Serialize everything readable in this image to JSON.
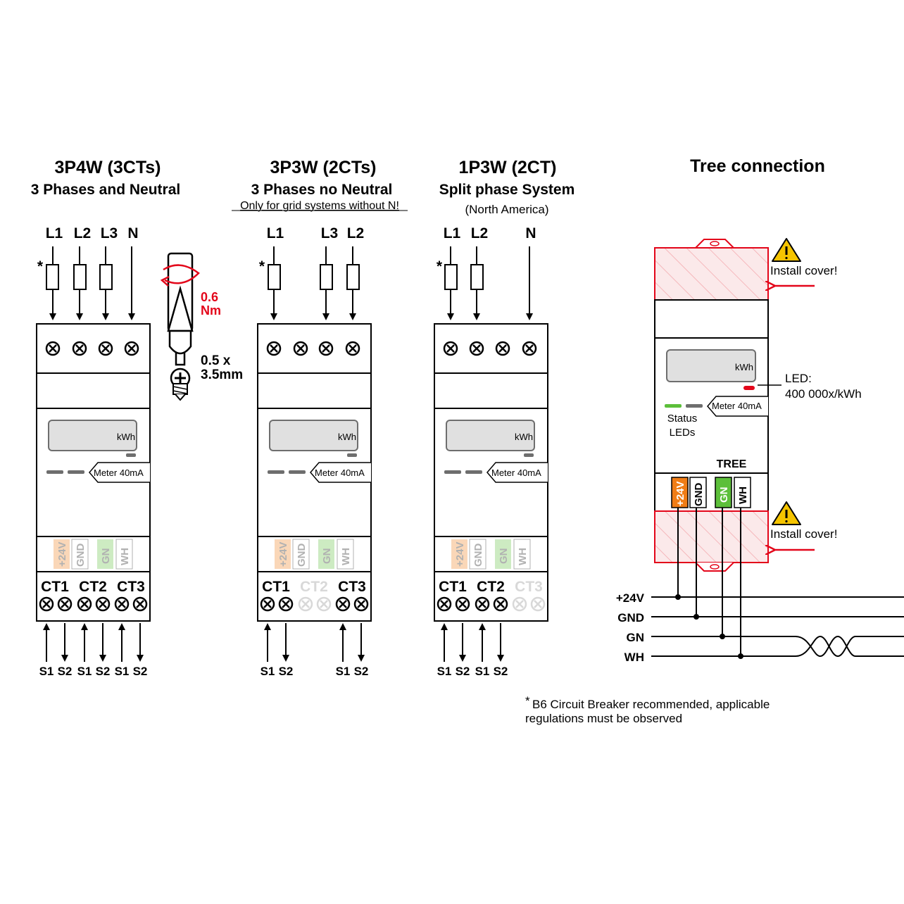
{
  "panels": [
    {
      "title": "3P4W (3CTs)",
      "subtitle": "3 Phases and Neutral",
      "note": "",
      "lines": [
        "L1",
        "L2",
        "L3",
        "N"
      ],
      "fuses": [
        true,
        true,
        true,
        false
      ],
      "asterisk": "*",
      "display_unit": "kWh",
      "meter_label": "Meter 40mA",
      "bus_labels": [
        "+24V",
        "GND",
        "GN",
        "WH"
      ],
      "ct_labels": [
        "CT1",
        "CT2",
        "CT3"
      ],
      "ct_active": [
        true,
        true,
        true
      ],
      "sensor_labels": [
        "S1",
        "S2",
        "S1",
        "S2",
        "S1",
        "S2"
      ]
    },
    {
      "title": "3P3W (2CTs)",
      "subtitle": "3 Phases no Neutral",
      "note": "Only for grid systems without N!",
      "lines": [
        "L1",
        "L3",
        "L2"
      ],
      "fuses": [
        true,
        true,
        true
      ],
      "asterisk": "*",
      "display_unit": "kWh",
      "meter_label": "Meter 40mA",
      "bus_labels": [
        "+24V",
        "GND",
        "GN",
        "WH"
      ],
      "ct_labels": [
        "CT1",
        "CT2",
        "CT3"
      ],
      "ct_active": [
        true,
        false,
        true
      ],
      "sensor_labels": [
        "S1",
        "S2",
        "S1",
        "S2"
      ]
    },
    {
      "title": "1P3W (2CT)",
      "subtitle": "Split phase System",
      "note": "(North America)",
      "lines": [
        "L1",
        "L2",
        "N"
      ],
      "fuses": [
        true,
        true,
        false
      ],
      "asterisk": "*",
      "display_unit": "kWh",
      "meter_label": "Meter 40mA",
      "bus_labels": [
        "+24V",
        "GND",
        "GN",
        "WH"
      ],
      "ct_labels": [
        "CT1",
        "CT2",
        "CT3"
      ],
      "ct_active": [
        true,
        true,
        false
      ],
      "sensor_labels": [
        "S1",
        "S2",
        "S1",
        "S2"
      ]
    }
  ],
  "torque": {
    "value": "0.6",
    "unit": "Nm",
    "screw_size_1": "0.5 x",
    "screw_size_2": "3.5mm"
  },
  "tree": {
    "title": "Tree connection",
    "cover_warning": "Install cover!",
    "display_unit": "kWh",
    "led_label_1": "LED:",
    "led_label_2": "400 000x/kWh",
    "meter_label": "Meter 40mA",
    "status_label_1": "Status",
    "status_label_2": "LEDs",
    "bus_title": "TREE",
    "bus_labels": [
      "+24V",
      "GND",
      "GN",
      "WH"
    ],
    "wire_labels": [
      "+24V",
      "GND",
      "GN",
      "WH"
    ]
  },
  "footnote": {
    "mark": "*",
    "line1": "B6 Circuit Breaker recommended, applicable",
    "line2": "regulations must be observed"
  },
  "colors": {
    "accent_red": "#e3061a",
    "orange": "#f07d16",
    "green": "#5cbf3a",
    "gray": "#e0e0e0",
    "dark_gray": "#6e6e6e"
  }
}
